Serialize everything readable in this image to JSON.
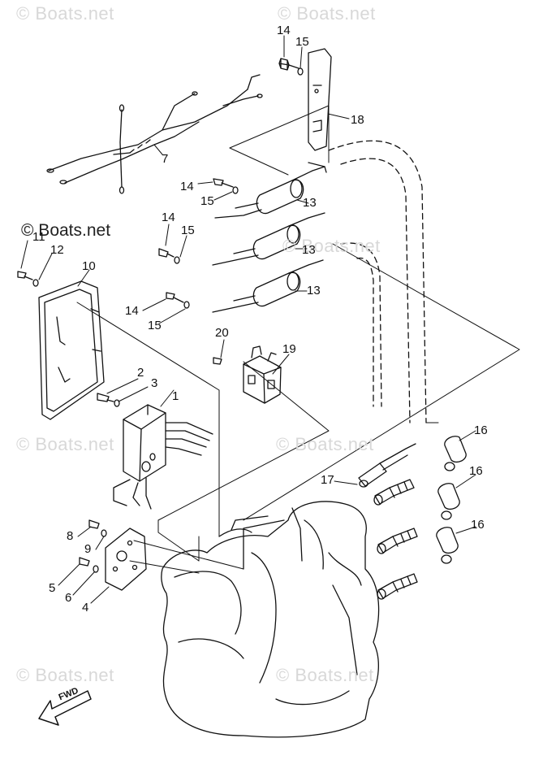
{
  "watermark": {
    "text": "© Boats.net",
    "featured_text": "© Boats.net"
  },
  "fwd_label": "FWD",
  "footer_code": "",
  "callouts": {
    "c1": "1",
    "c2": "2",
    "c3": "3",
    "c4": "4",
    "c5": "5",
    "c6": "6",
    "c7": "7",
    "c8": "8",
    "c9": "9",
    "c10": "10",
    "c11": "11",
    "c12": "12",
    "c13a": "13",
    "c13b": "13",
    "c13c": "13",
    "c14a": "14",
    "c14b": "14",
    "c14c": "14",
    "c14d": "14",
    "c15a": "15",
    "c15b": "15",
    "c15c": "15",
    "c15d": "15",
    "c16a": "16",
    "c16b": "16",
    "c16c": "16",
    "c17": "17",
    "c18": "18",
    "c19": "19",
    "c20": "20"
  },
  "colors": {
    "line": "#111111",
    "watermark": "#d8d8d8"
  }
}
